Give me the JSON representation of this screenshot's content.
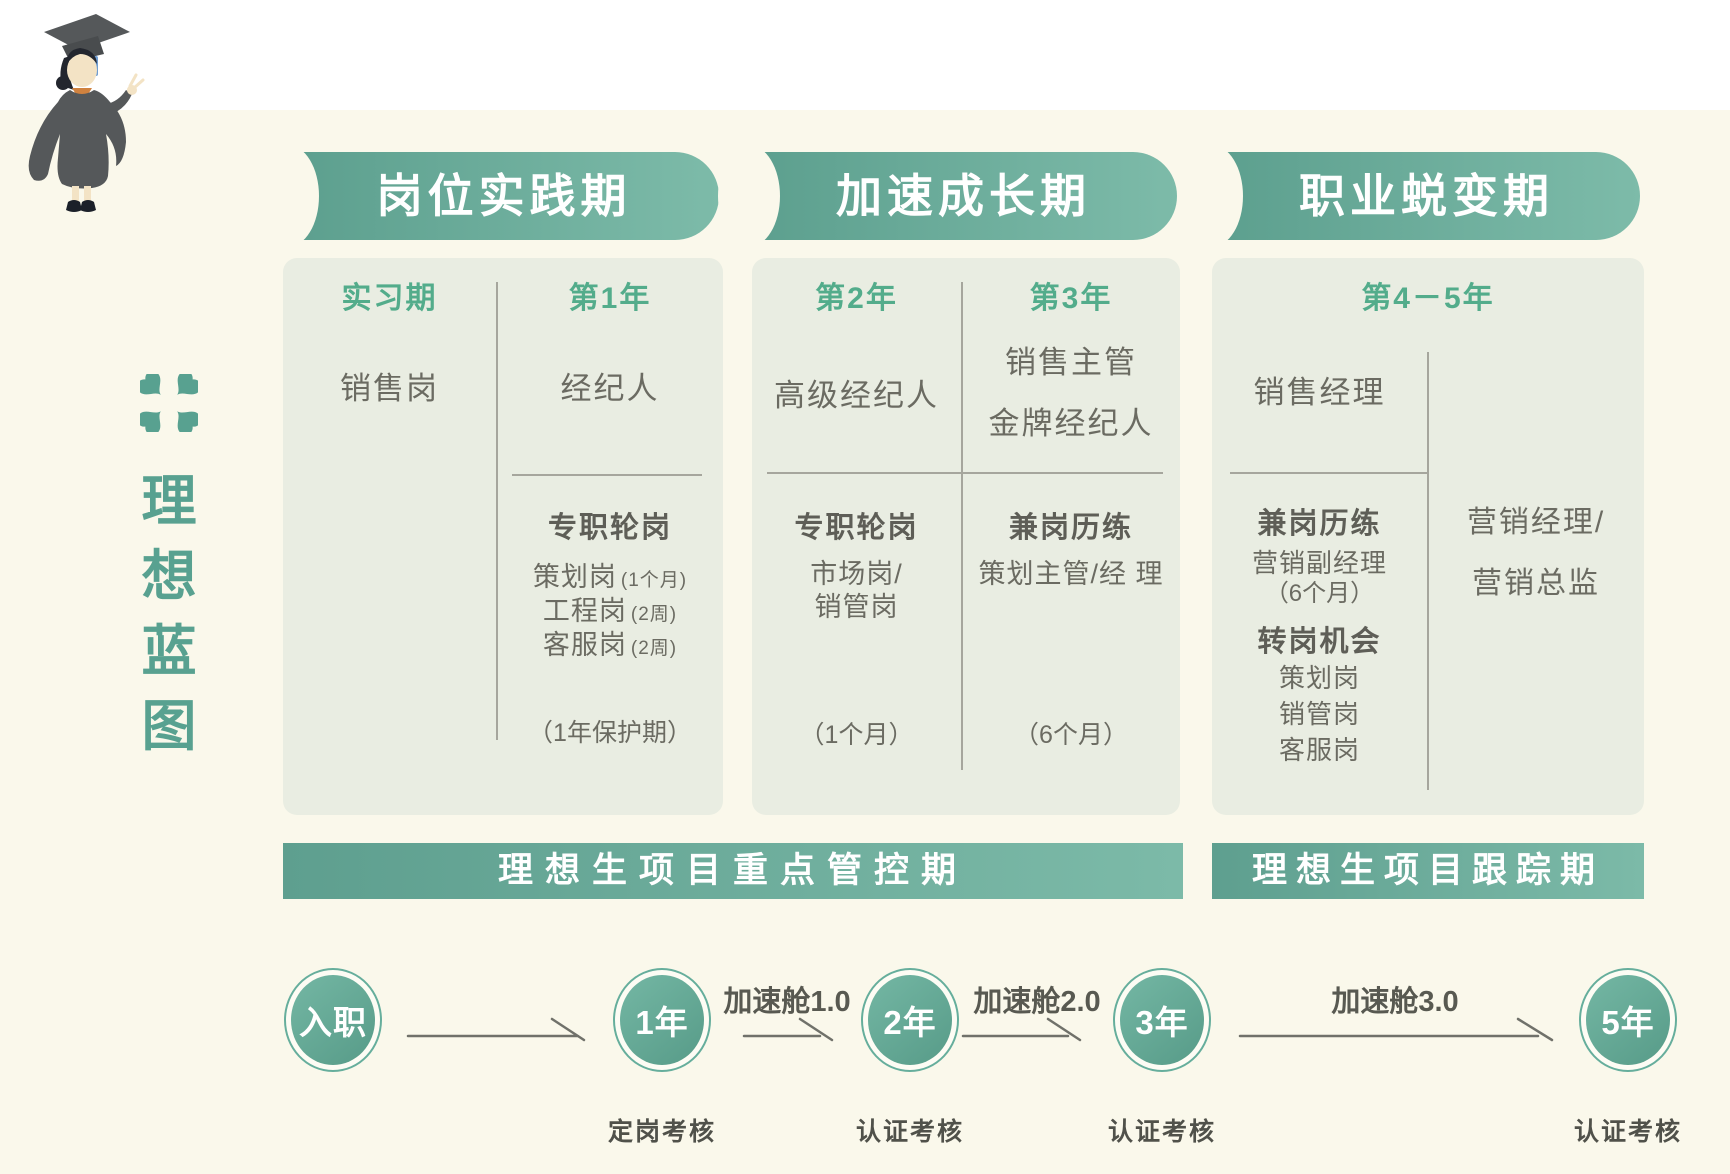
{
  "side_title": {
    "chars": [
      "理",
      "想",
      "蓝",
      "图"
    ]
  },
  "stages": [
    {
      "banner": "岗位实践期",
      "col1": {
        "header": "实习期",
        "role": "销售岗"
      },
      "col2": {
        "header": "第1年",
        "role": "经纪人",
        "section": "专职轮岗",
        "items": [
          {
            "name": "策划岗",
            "note": "(1个月)"
          },
          {
            "name": "工程岗",
            "note": "(2周)"
          },
          {
            "name": "客服岗",
            "note": "(2周)"
          }
        ],
        "duration": "（1年保护期）"
      }
    },
    {
      "banner": "加速成长期",
      "col1": {
        "header": "第2年",
        "role": "高级经纪人",
        "section": "专职轮岗",
        "line1": "市场岗/",
        "line2": "销管岗",
        "duration": "（1个月）"
      },
      "col2": {
        "header": "第3年",
        "role1": "销售主管",
        "role2": "金牌经纪人",
        "section": "兼岗历练",
        "line1": "策划主管/经 理",
        "duration": "（6个月）"
      }
    },
    {
      "banner": "职业蜕变期",
      "header": "第4－5年",
      "col1": {
        "role": "销售经理",
        "section1": "兼岗历练",
        "line1": "营销副经理",
        "line1_note": "（6个月）",
        "section2": "转岗机会",
        "items": [
          "策划岗",
          "销管岗",
          "客服岗"
        ]
      },
      "col2": {
        "line1": "营销经理/",
        "line2": "营销总监"
      }
    }
  ],
  "phase_bars": [
    {
      "label": "理想生项目重点管控期"
    },
    {
      "label": "理想生项目跟踪期"
    }
  ],
  "timeline": {
    "nodes": [
      {
        "label": "入职",
        "exam": ""
      },
      {
        "label": "1年",
        "exam": "定岗考核"
      },
      {
        "label": "2年",
        "exam": "认证考核"
      },
      {
        "label": "3年",
        "exam": "认证考核"
      },
      {
        "label": "5年",
        "exam": "认证考核"
      }
    ],
    "arrow_labels": [
      "加速舱1.0",
      "加速舱2.0",
      "加速舱3.0"
    ]
  },
  "colors": {
    "accent_green": "#68AC9A",
    "heading_green": "#53AC8B",
    "panel_bg": "#E9EDE2",
    "page_bg": "#FAF8EB",
    "text_gray": "#6B6B62",
    "tassel_blue": "#6E9CD1"
  }
}
